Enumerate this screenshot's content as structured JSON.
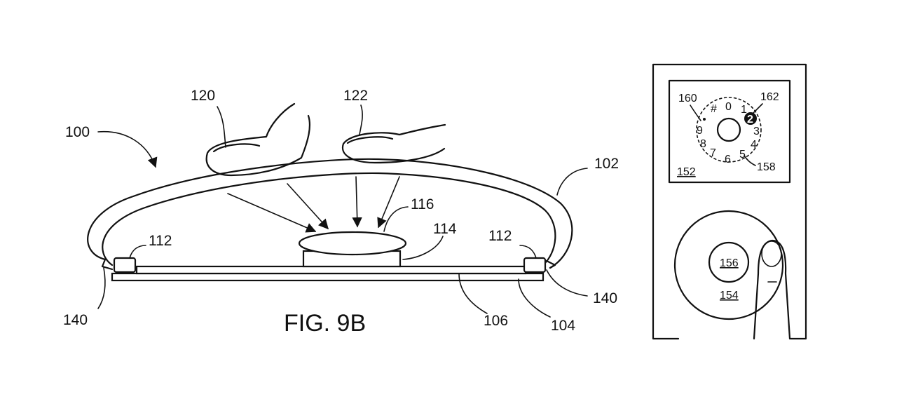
{
  "figure": {
    "caption": "FIG. 9B",
    "labels": {
      "device": "100",
      "housing": "102",
      "base": "104",
      "board": "106",
      "left_foot": "112",
      "right_foot": "112",
      "button_base": "114",
      "button_top": "116",
      "finger_left": "120",
      "finger_right": "122",
      "left_edge": "140",
      "right_edge": "140"
    }
  },
  "player": {
    "labels": {
      "display": "152",
      "wheel": "154",
      "center_button": "156",
      "dial": "158",
      "cursor": "160",
      "selection": "162"
    },
    "dial_digits": [
      "0",
      "1",
      "2",
      "3",
      "4",
      "5",
      "6",
      "7",
      "8",
      "9",
      "#"
    ],
    "selected_digit": "2"
  }
}
